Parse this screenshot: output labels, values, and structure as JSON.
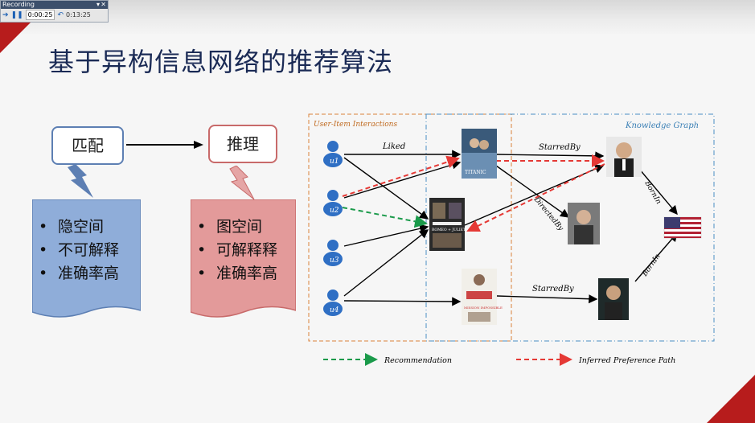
{
  "recording": {
    "title": "Recording",
    "elapsed": "0:00:25",
    "total": "0:13:25"
  },
  "slide": {
    "title": "基于异构信息网络的推荐算法"
  },
  "left_panel": {
    "match": {
      "label": "匹配",
      "bullets": [
        "隐空间",
        "不可解释",
        "准确率高"
      ]
    },
    "reason": {
      "label": "推理",
      "bullets": [
        "图空间",
        "可解释释",
        "准确率高"
      ]
    }
  },
  "figure": {
    "section_left": "User-Item Interactions",
    "section_right": "Knowledge Graph",
    "users": [
      "u1",
      "u2",
      "u3",
      "u4"
    ],
    "movies": {
      "titanic": "TITANIC",
      "romeo": "ROMEO + JULIET",
      "mi": "MISSION IMPOSSIBLE"
    },
    "edge_labels": {
      "liked": "Liked",
      "starred_by_1": "StarredBy",
      "directed_by": "DirectedBy",
      "born_in_1": "BornIn",
      "born_in_2": "BornIn",
      "starred_by_2": "StarredBy"
    },
    "legend": {
      "recommendation": "Recommendation",
      "inferred": "Inferred Preference Path"
    },
    "colors": {
      "recommendation": "#1a9a4a",
      "inferred": "#e53935",
      "user_icon": "#2f6fc4",
      "left_dash": "#d9823b",
      "right_dash": "#4a8fc4"
    }
  }
}
